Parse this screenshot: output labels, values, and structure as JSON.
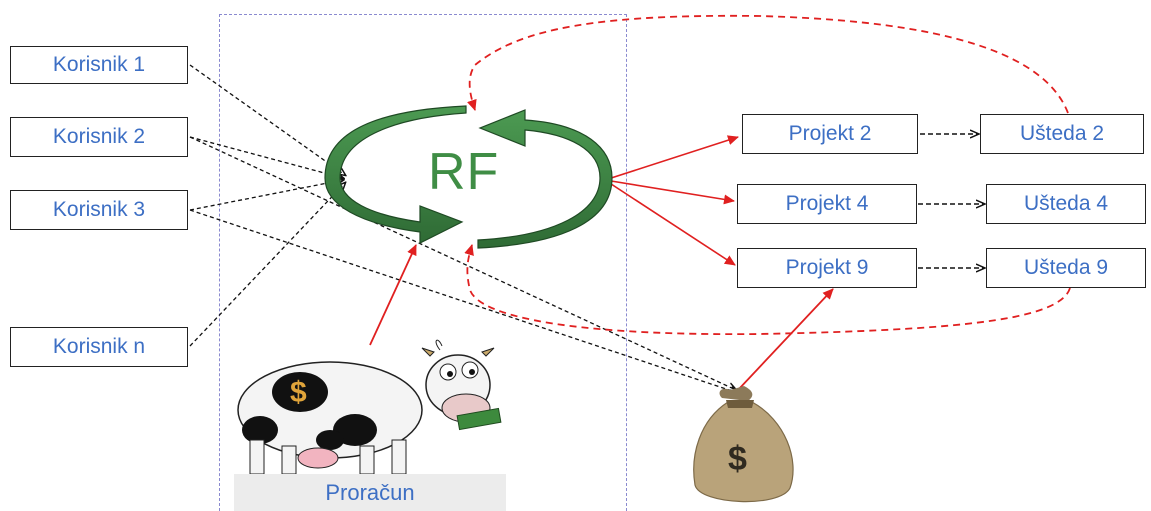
{
  "users": [
    {
      "label": "Korisnik 1"
    },
    {
      "label": "Korisnik 2"
    },
    {
      "label": "Korisnik 3"
    },
    {
      "label": "Korisnik n"
    }
  ],
  "center": {
    "label": "RF"
  },
  "projects": [
    {
      "label": "Projekt 2"
    },
    {
      "label": "Projekt 4"
    },
    {
      "label": "Projekt 9"
    }
  ],
  "savings": [
    {
      "label": "Ušteda 2"
    },
    {
      "label": "Ušteda 4"
    },
    {
      "label": "Ušteda 9"
    }
  ],
  "budget": {
    "label": "Proračun"
  },
  "money_bag": {
    "symbol": "$"
  },
  "cow": {
    "symbol": "$"
  },
  "colors": {
    "box_text": "#3d6fc4",
    "rf_green": "#3f8d45",
    "red_arrow": "#e02020",
    "frame_dash": "#8a8ad0"
  }
}
